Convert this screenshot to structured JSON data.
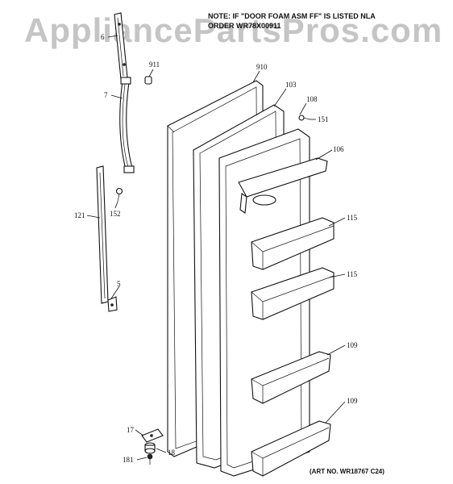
{
  "watermark": "AppliancePartsPros.com",
  "note": {
    "line1": "NOTE: IF \"DOOR FOAM ASM FF\" IS LISTED NLA",
    "line2": "ORDER WR78X00911"
  },
  "art_number": "(ART NO. WR18767 C24)",
  "callouts": {
    "c6": "6",
    "c911": "911",
    "c910": "910",
    "c103": "103",
    "c108": "108",
    "c151": "151",
    "c7": "7",
    "c106": "106",
    "c152": "152",
    "c121": "121",
    "c115a": "115",
    "c115b": "115",
    "c5": "5",
    "c109a": "109",
    "c109b": "109",
    "c17": "17",
    "c18": "18",
    "c181": "181"
  }
}
